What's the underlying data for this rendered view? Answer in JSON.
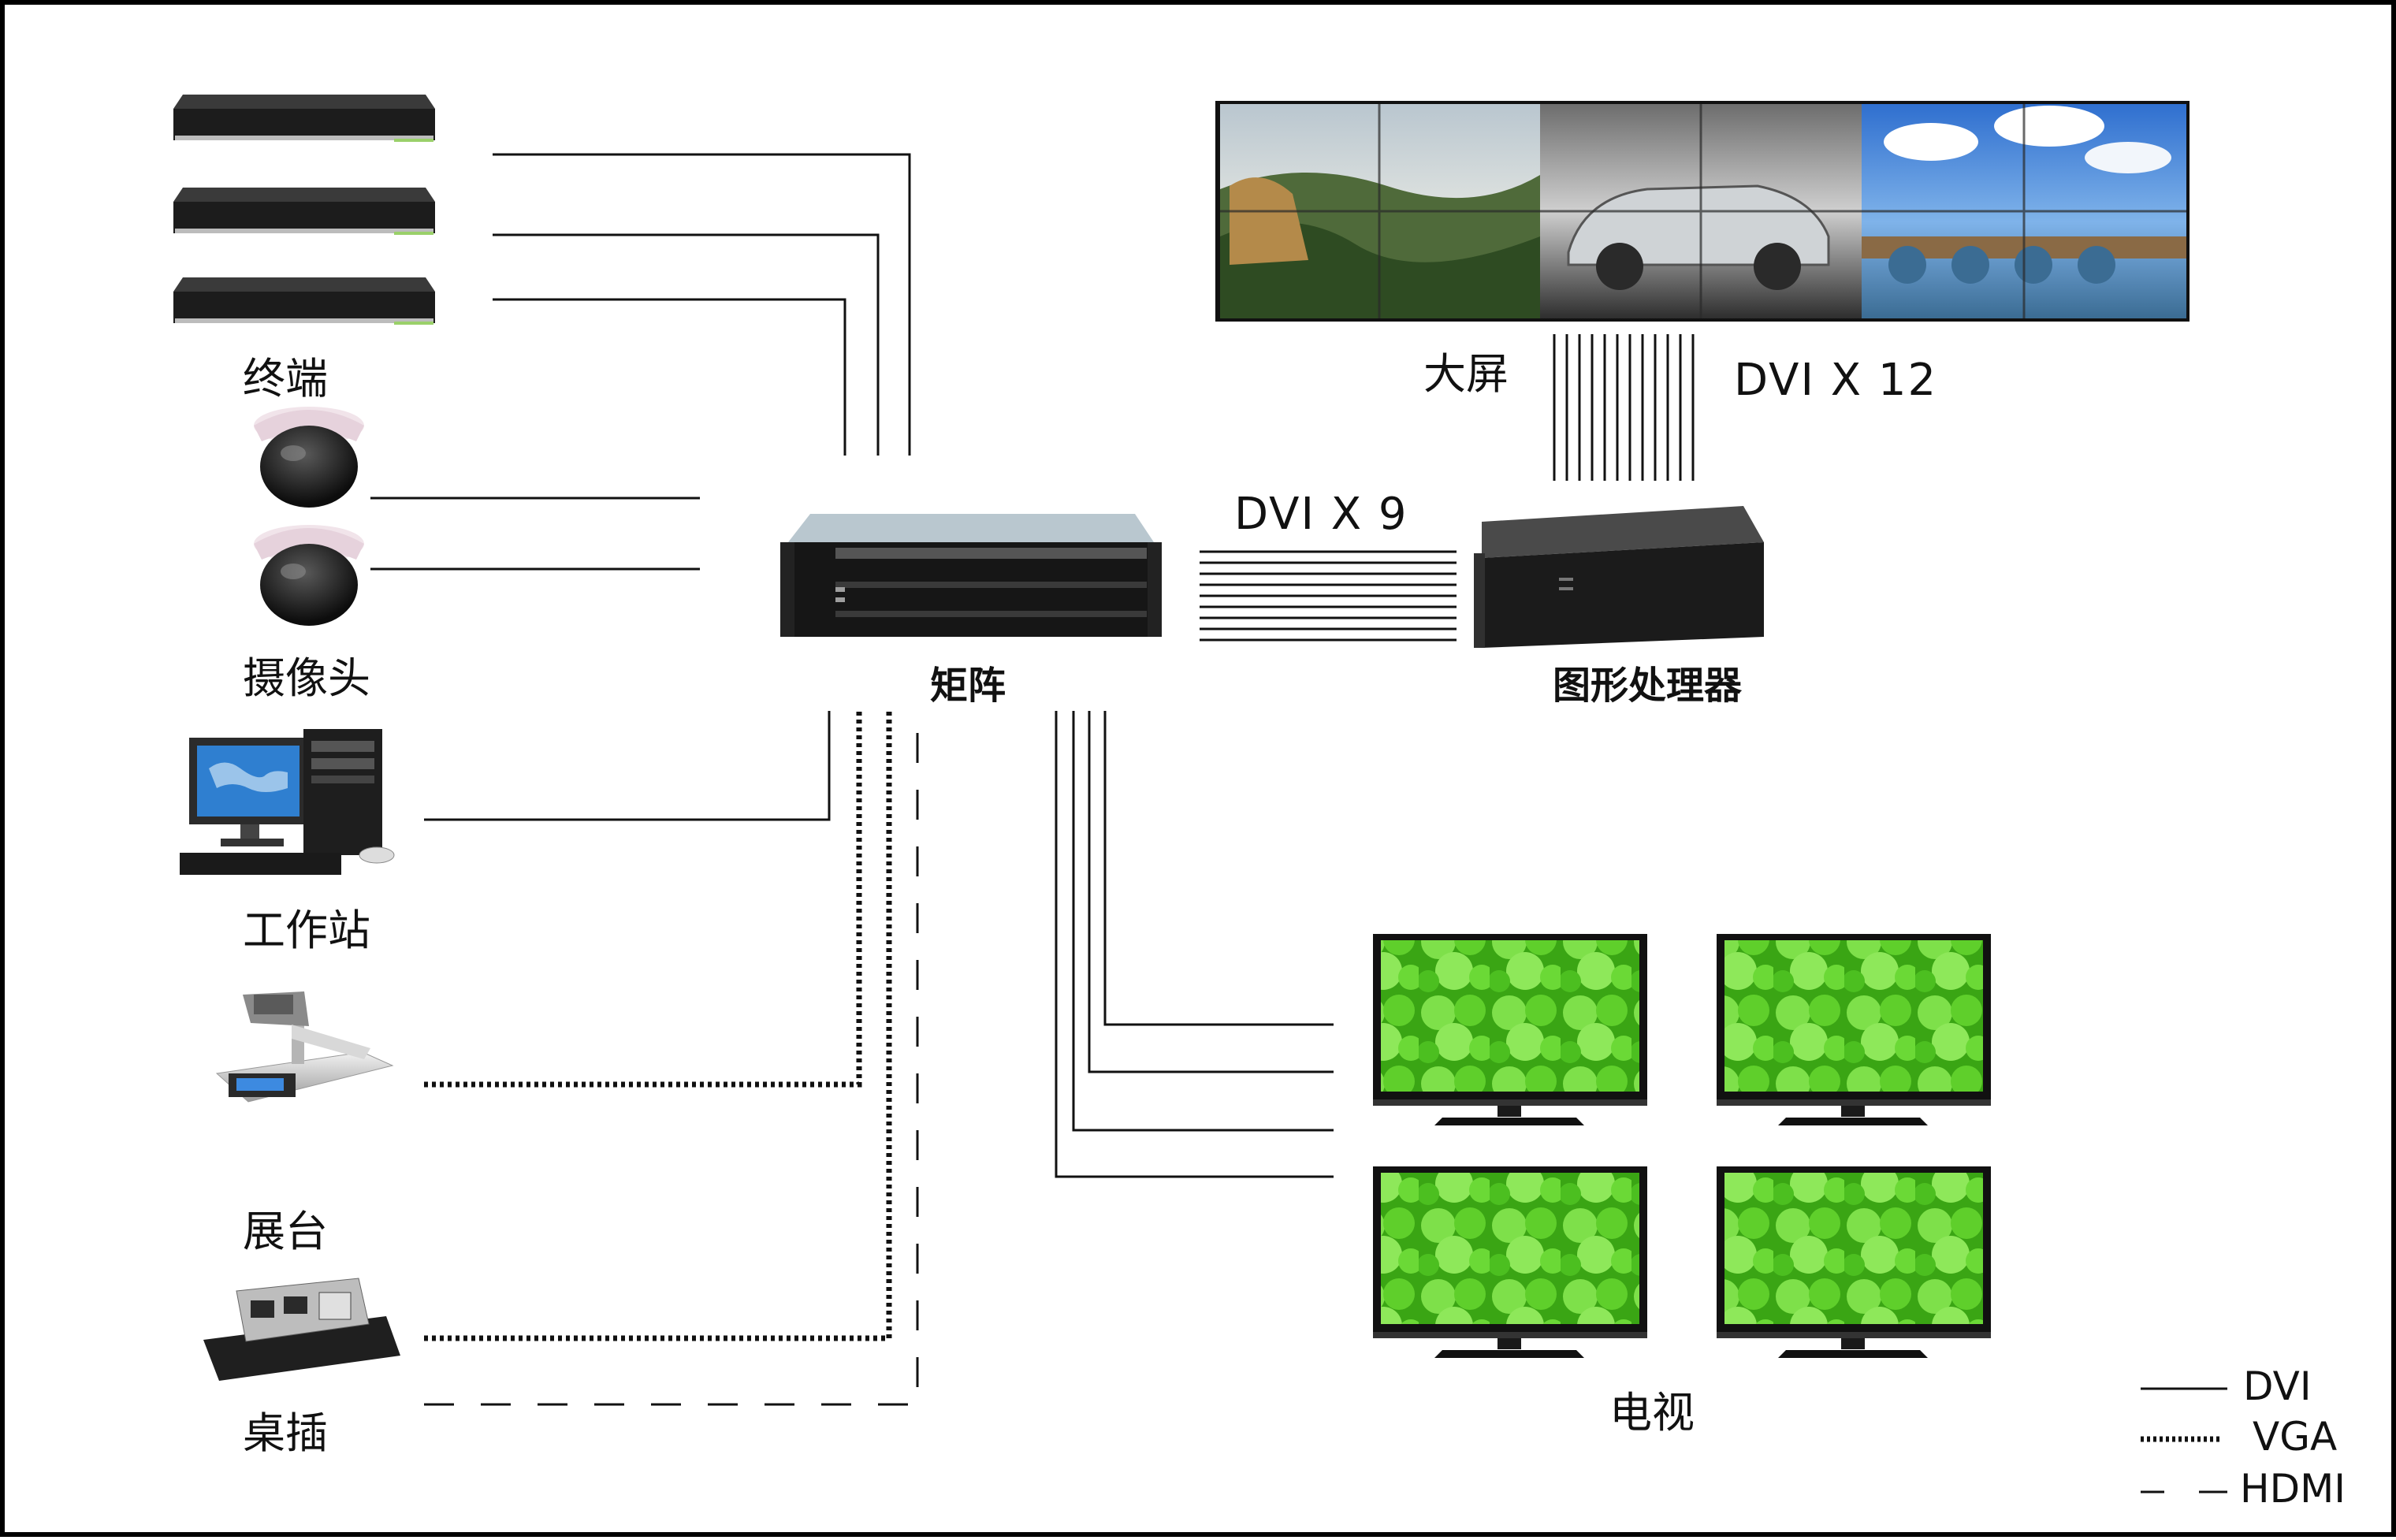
{
  "labels": {
    "terminal": "终端",
    "camera": "摄像头",
    "workstation": "工作站",
    "document_camera": "展台",
    "desk_socket": "桌插",
    "matrix": "矩阵",
    "graphics_processor": "图形处理器",
    "big_screen": "大屏",
    "tv": "电视",
    "dvi_x9": "DVI  X  9",
    "dvi_x12": "DVI  X  12"
  },
  "legend": {
    "dvi": "DVI",
    "vga": "VGA",
    "hdmi": "HDMI"
  },
  "colors": {
    "line": "#111111",
    "frame": "#000000",
    "clover_green": "#4fc21f",
    "device_dark": "#1c1c1c",
    "sky_blue": "#3d7fd6"
  }
}
